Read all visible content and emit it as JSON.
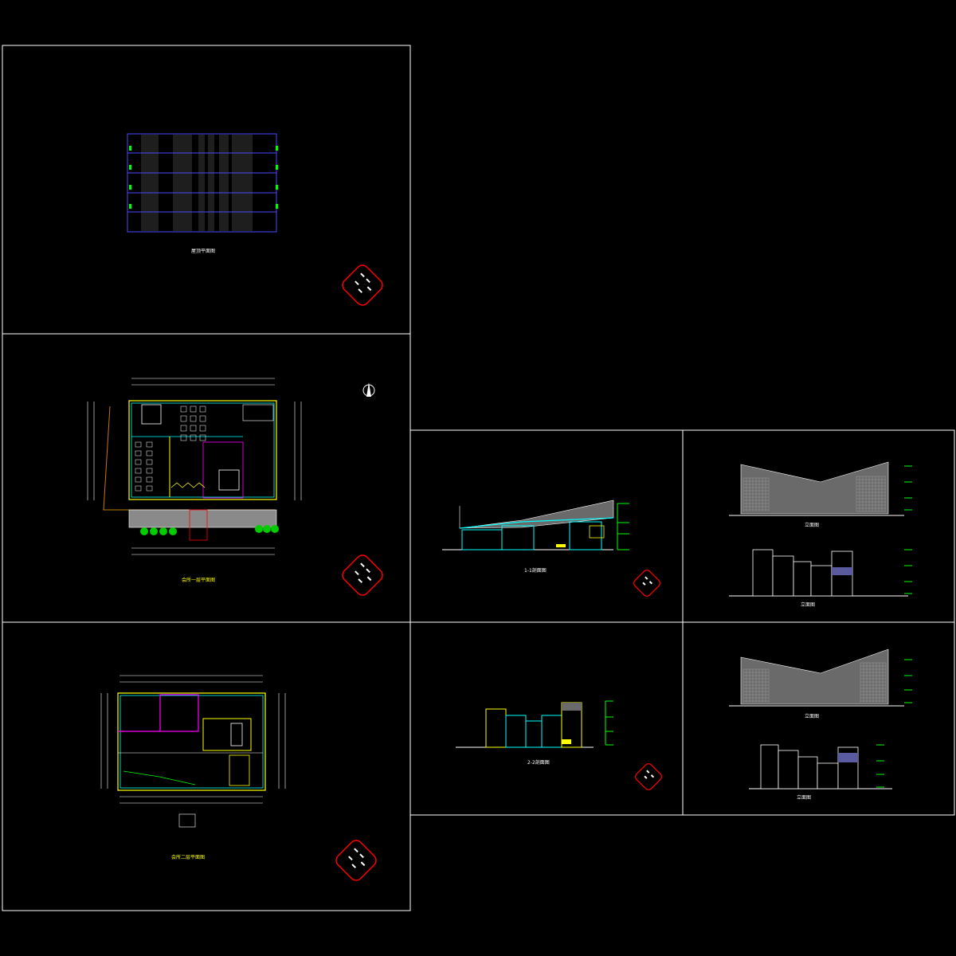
{
  "drawing": {
    "background": "#000000",
    "colors": {
      "frame": "#ffffff",
      "grid": "#4a4aff",
      "wall_yellow": "#ffff00",
      "wall_cyan": "#00ffff",
      "wall_magenta": "#ff00ff",
      "green": "#00ff00",
      "red": "#ff0000",
      "orange": "#c87a00",
      "gray": "#9a9a9a",
      "white": "#ffffff"
    },
    "sheets": [
      {
        "id": "roof-plan",
        "title": "屋顶平面图"
      },
      {
        "id": "floor1-plan",
        "title": "会所一层平面图"
      },
      {
        "id": "floor2-plan",
        "title": "会所二层平面图"
      },
      {
        "id": "section-1-1",
        "title": "1-1剖面图"
      },
      {
        "id": "elevations-a",
        "title_top": "立面图",
        "title_bottom": "立面图"
      },
      {
        "id": "section-2-2",
        "title": "2-2剖面图"
      },
      {
        "id": "elevations-b",
        "title_top": "立面图",
        "title_bottom": "立面图"
      }
    ],
    "stamp_text": ""
  }
}
